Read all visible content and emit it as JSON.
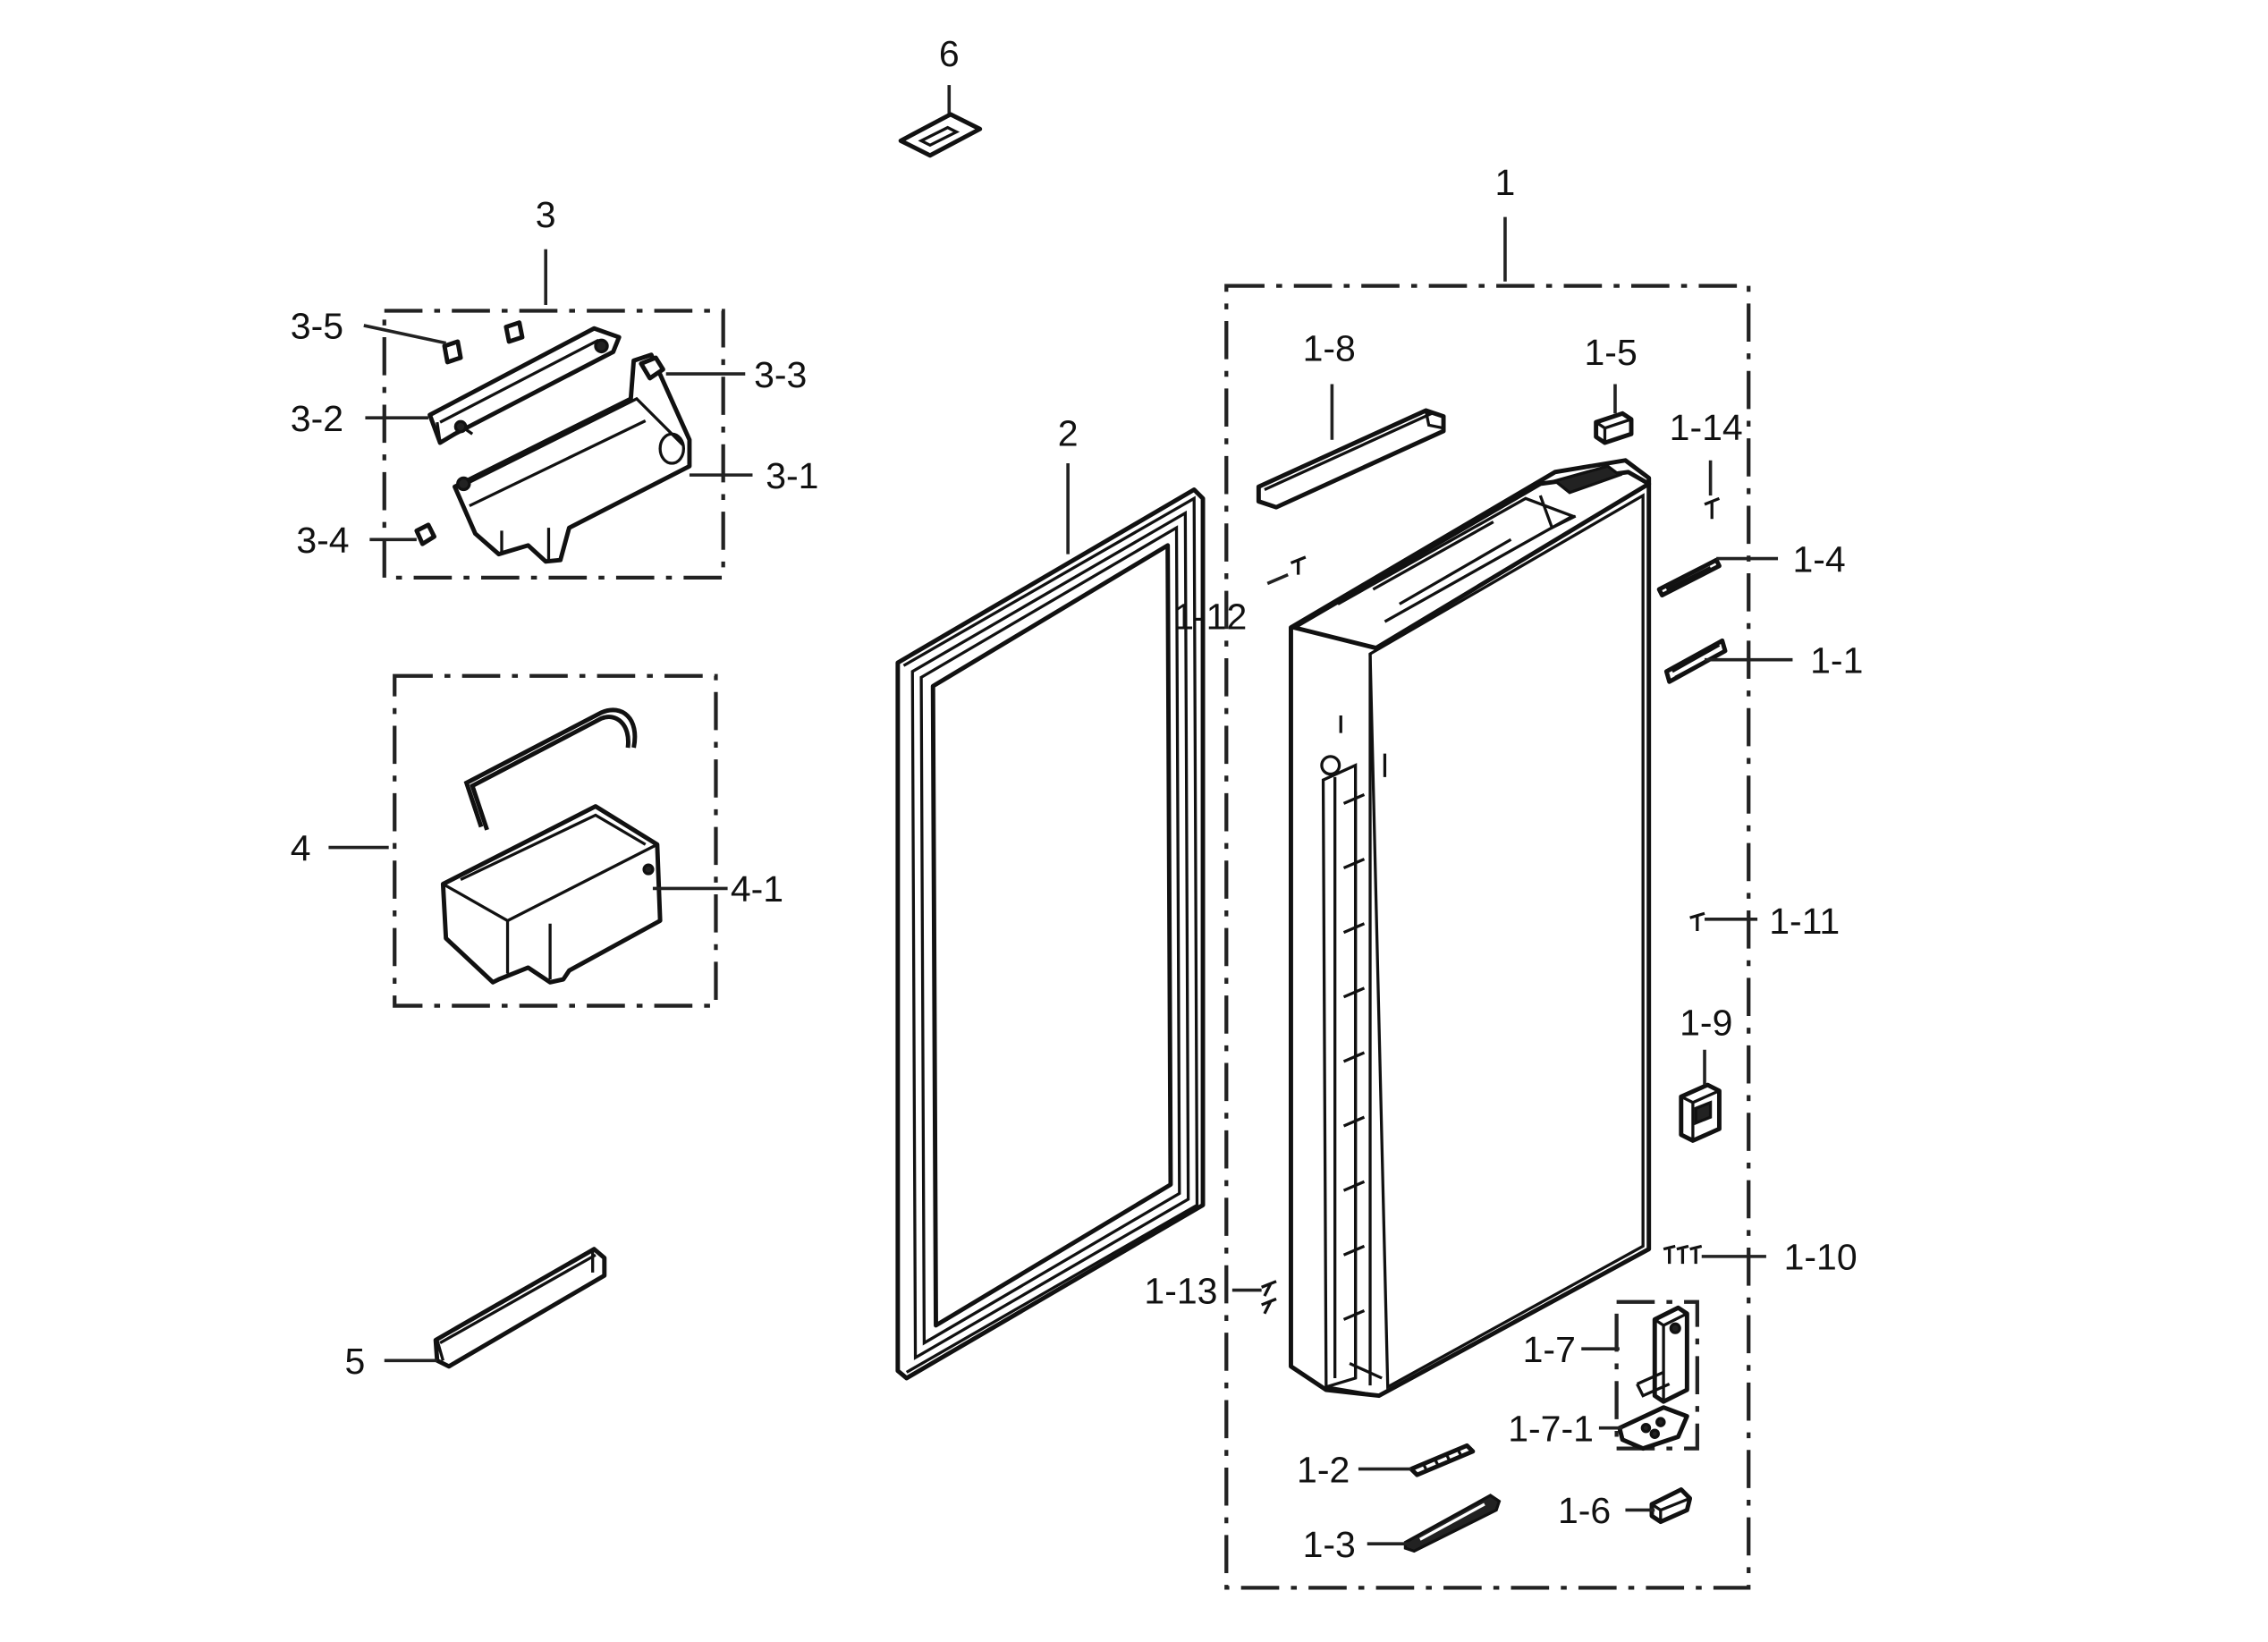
{
  "labels": {
    "p1": "1",
    "p1_1": "1-1",
    "p1_2": "1-2",
    "p1_3": "1-3",
    "p1_4": "1-4",
    "p1_5": "1-5",
    "p1_6": "1-6",
    "p1_7": "1-7",
    "p1_7_1": "1-7-1",
    "p1_8": "1-8",
    "p1_9": "1-9",
    "p1_10": "1-10",
    "p1_11": "1-11",
    "p1_12": "1-12",
    "p1_13": "1-13",
    "p1_14": "1-14",
    "p2": "2",
    "p3": "3",
    "p3_1": "3-1",
    "p3_2": "3-2",
    "p3_3": "3-3",
    "p3_4": "3-4",
    "p3_5": "3-5",
    "p4": "4",
    "p4_1": "4-1",
    "p5": "5",
    "p6": "6"
  }
}
